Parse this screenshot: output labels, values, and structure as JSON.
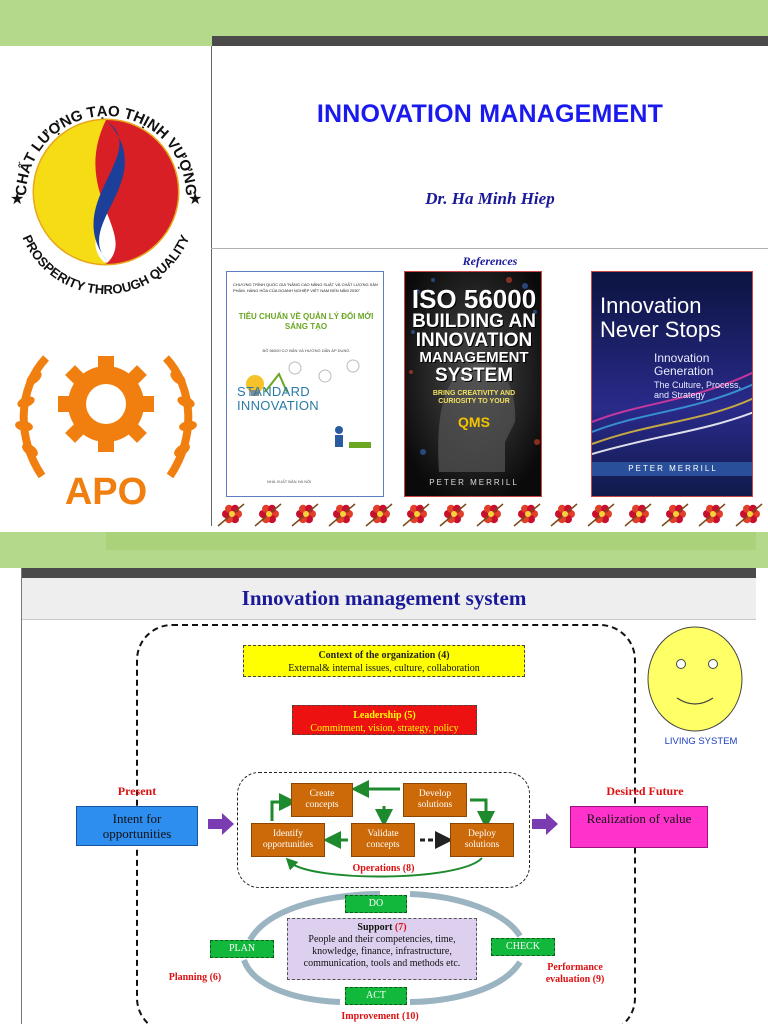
{
  "slide1": {
    "title": "INNOVATION MANAGEMENT",
    "author": "Dr. Ha Minh Hiep",
    "references_label": "References",
    "seal": {
      "text_top": "CHẤT LƯỢNG TẠO THỊNH VƯỢNG",
      "text_bottom": "PROSPERITY THROUGH QUALITY"
    },
    "apo_logo": "APO",
    "books": [
      {
        "header": "CHƯƠNG TRÌNH QUỐC GIA \"NÂNG CAO NĂNG SUẤT VÀ CHẤT LƯỢNG SẢN PHẨM, HÀNG HÓA CỦA DOANH NGHIỆP VIỆT NAM ĐẾN NĂM 2030\"",
        "title_vn": "TIÊU CHUẨN VỀ QUẢN LÝ ĐỔI MỚI SÁNG TẠO",
        "subtitle": "BỘ 56000 CƠ BẢN VÀ HƯỚNG DẪN ÁP DỤNG",
        "cover_text": "STANDARD INNOVATION",
        "publisher": "NHÀ XUẤT BẢN HÀ NỘI"
      },
      {
        "line1": "ISO 56000",
        "line2": "BUILDING AN",
        "line3": "INNOVATION",
        "line4": "MANAGEMENT",
        "line5": "SYSTEM",
        "subtitle": "BRING CREATIVITY AND CURIOSITY TO YOUR",
        "highlight": "QMS",
        "author": "PETER MERRILL"
      },
      {
        "title": "Innovation Never Stops",
        "subtitle": "Innovation Generation",
        "tagline": "The Culture, Process, and Strategy",
        "author": "PETER MERRILL"
      }
    ]
  },
  "slide2": {
    "title": "Innovation management system",
    "context": {
      "title": "Context of the organization",
      "num": "(4)",
      "text": "External& internal issues, culture, collaboration"
    },
    "leadership": {
      "title": "Leadership",
      "num": "(5)",
      "text": "Commitment, vision, strategy, policy"
    },
    "living_system": "LIVING SYSTEM",
    "present": "Present",
    "intent": "Intent for opportunities",
    "desired_future": "Desired Future",
    "realization": "Realization of value",
    "operations": {
      "create": "Create concepts",
      "develop": "Develop solutions",
      "identify": "Identify opportunities",
      "validate": "Validate concepts",
      "deploy": "Deploy solutions",
      "label": "Operations (8)"
    },
    "cycle": {
      "do": "DO",
      "plan": "PLAN",
      "check": "CHECK",
      "act": "ACT",
      "support_title": "Support",
      "support_num": "(7)",
      "support_text": "People and their competencies, time, knowledge, finance, infrastructure, communication, tools and methods etc.",
      "planning": "Planning (6)",
      "performance": "Performance evaluation (9)",
      "improvement": "Improvement (10)"
    },
    "colors": {
      "context": "#ffff00",
      "leadership": "#ee1111",
      "operation_box": "#cc6a0a",
      "intent": "#2e8ef0",
      "realization": "#ff33cc",
      "pdca_box": "#12b83c",
      "support": "#dcd0ee",
      "arrow": "#7a3cb0"
    }
  }
}
